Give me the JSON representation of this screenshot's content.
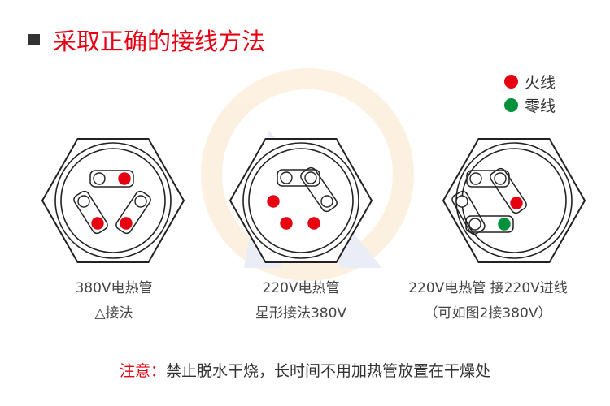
{
  "title": "采取正确的接线方法",
  "legend": [
    {
      "label": "火线",
      "color": "#e60012"
    },
    {
      "label": "零线",
      "color": "#00913a"
    }
  ],
  "diagrams": [
    {
      "line1": "380V电热管",
      "line2": "△接法"
    },
    {
      "line1": "220V电热管",
      "line2": "星形接法380V"
    },
    {
      "line1": "220V电热管 接220V进线",
      "line2": "（可如图2接380V）"
    }
  ],
  "note": {
    "label": "注意：",
    "text": "禁止脱水干烧，长时间不用加热管放置在干燥处"
  }
}
